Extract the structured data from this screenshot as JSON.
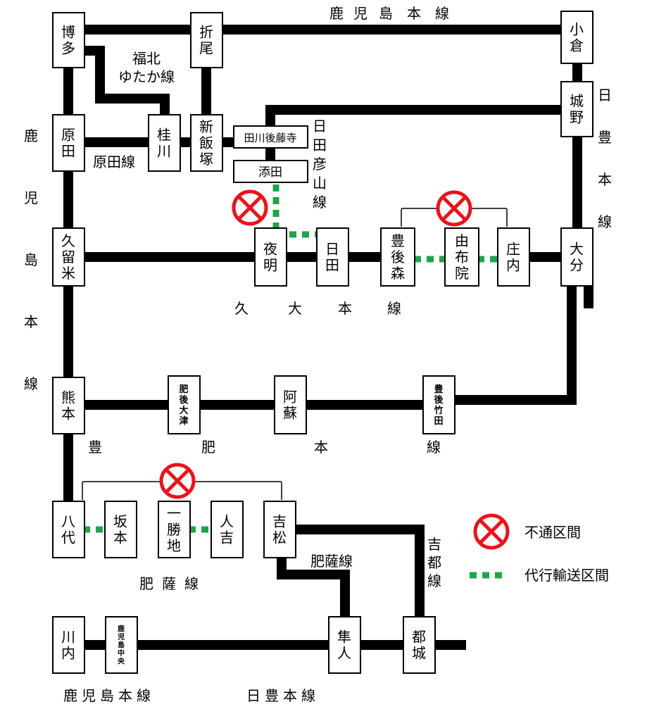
{
  "colors": {
    "line": "#000000",
    "replacement": "#1ea54a",
    "closure": "#e8141c",
    "box_border": "#000000",
    "box_fill": "#ffffff"
  },
  "stations": {
    "hakata": "博多",
    "orio": "折尾",
    "kokura": "小倉",
    "harada": "原田",
    "keisen": "桂川",
    "shiniizuka": "新飯塚",
    "tagawa_gotoji": "田川後藤寺",
    "soeda": "添田",
    "jono": "城野",
    "kurume": "久留米",
    "yoake": "夜明",
    "hita": "日田",
    "bungo_mori": "豊後森",
    "yufuin": "由布院",
    "shonai": "庄内",
    "oita": "大分",
    "kumamoto": "熊本",
    "higo_ozu": "肥後大津",
    "aso": "阿蘇",
    "bungo_taketa": "豊後竹田",
    "yatsushiro": "八代",
    "sakamoto": "坂本",
    "ichikatchi": "一勝地",
    "hitoyoshi": "人吉",
    "yoshimatsu": "吉松",
    "sendai": "川内",
    "kagoshima_chuo": "鹿児島中央",
    "hayato": "隼人",
    "miyakonojo": "都城"
  },
  "lines": {
    "kagoshima_top": "鹿児島本線",
    "fukuhoku_1": "福北",
    "fukuhoku_2": "ゆたか線",
    "harada_line": "原田線",
    "hitahikosan": "日田彦山線",
    "nippo_right": "日豊本線",
    "kagoshima_left": "鹿児島本線",
    "kyudai": "久大本線",
    "hohi": "豊肥本線",
    "hisatsu_short": "肥薩線",
    "hisatsu_bottom": "肥薩線",
    "kitto": "吉都線",
    "kagoshima_bottom": "鹿児島本線",
    "nippo_bottom": "日豊本線"
  },
  "legend": {
    "closure": "不通区間",
    "replacement": "代行輸送区間"
  }
}
